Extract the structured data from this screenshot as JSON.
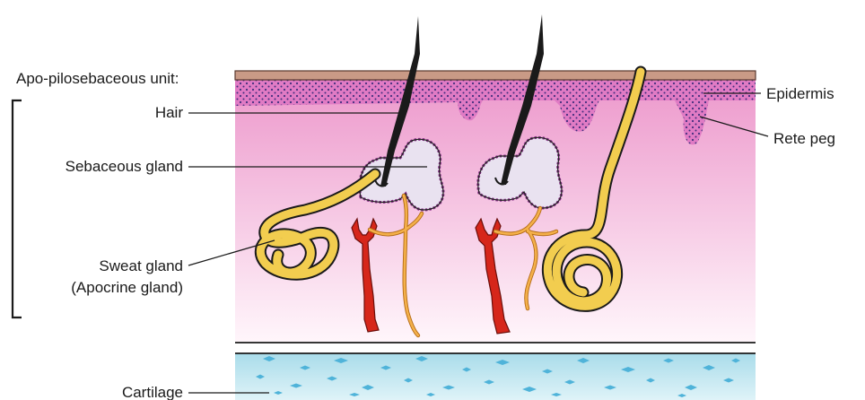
{
  "labels": {
    "unit_title": "Apo-pilosebaceous unit:",
    "hair": "Hair",
    "sebaceous_gland": "Sebaceous gland",
    "sweat_gland_line1": "Sweat gland",
    "sweat_gland_line2": "(Apocrine gland)",
    "cartilage": "Cartilage",
    "epidermis": "Epidermis",
    "rete_peg": "Rete peg"
  },
  "colors": {
    "stratum_corneum": "#c99a86",
    "epidermis": "#e07bc4",
    "epidermis_dots": "#3a2a7a",
    "dermis_top": "#ee9fcf",
    "dermis_bottom": "#fff6fb",
    "hair": "#1a1a1a",
    "sebaceous_fill": "#e9e2f0",
    "sebaceous_border": "#8a2f8a",
    "sweat_gland": "#f2cd4f",
    "vessel_red": "#d6261a",
    "nerve_orange": "#f4b04a",
    "cartilage": "#bfe6f0",
    "cartilage_cells": "#4fb3d9"
  }
}
